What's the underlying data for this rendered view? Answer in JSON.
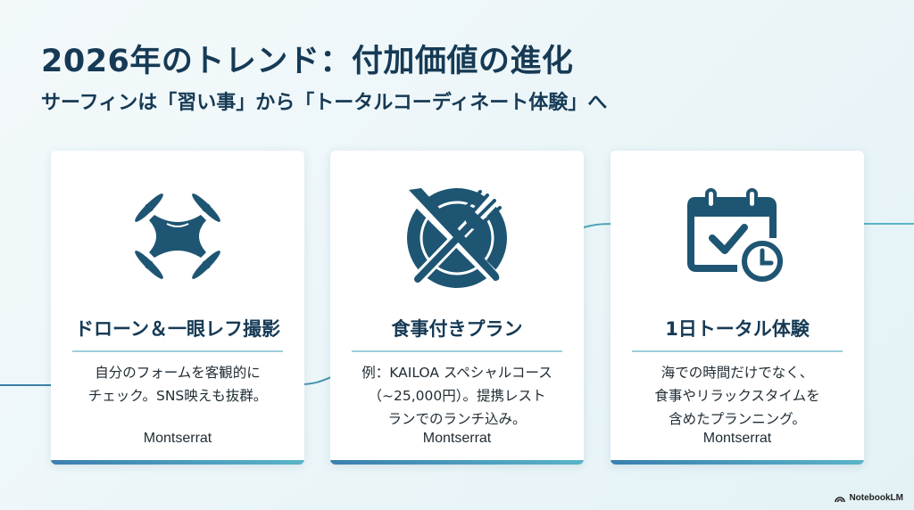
{
  "header": {
    "title": "2026年のトレンド：付加価値の進化",
    "subtitle": "サーフィンは「習い事」から「トータルコーディネート体験」へ"
  },
  "cards": [
    {
      "icon": "drone-icon",
      "heading": "ドローン＆一眼レフ撮影",
      "body_lines": [
        "自分のフォームを客観的に",
        "チェック。SNS映えも抜群。"
      ],
      "font_label": "Montserrat"
    },
    {
      "icon": "plate-fork-knife-icon",
      "heading": "食事付きプラン",
      "body_lines": [
        "例：KAILOA スペシャルコース",
        "（~25,000円）。提携レスト",
        "ランでのランチ込み。"
      ],
      "font_label": "Montserrat"
    },
    {
      "icon": "calendar-check-clock-icon",
      "heading": "1日トータル体験",
      "body_lines": [
        "海での時間だけでなく、",
        "食事やリラックスタイムを",
        "含めたプランニング。"
      ],
      "font_label": "Montserrat"
    }
  ],
  "branding": {
    "label": "NotebookLM"
  },
  "colors": {
    "icon": "#1e5573",
    "title": "#163a55",
    "accent_start": "#3a7fb0",
    "accent_end": "#5ab4c8",
    "rule": "#9fcfdc"
  }
}
